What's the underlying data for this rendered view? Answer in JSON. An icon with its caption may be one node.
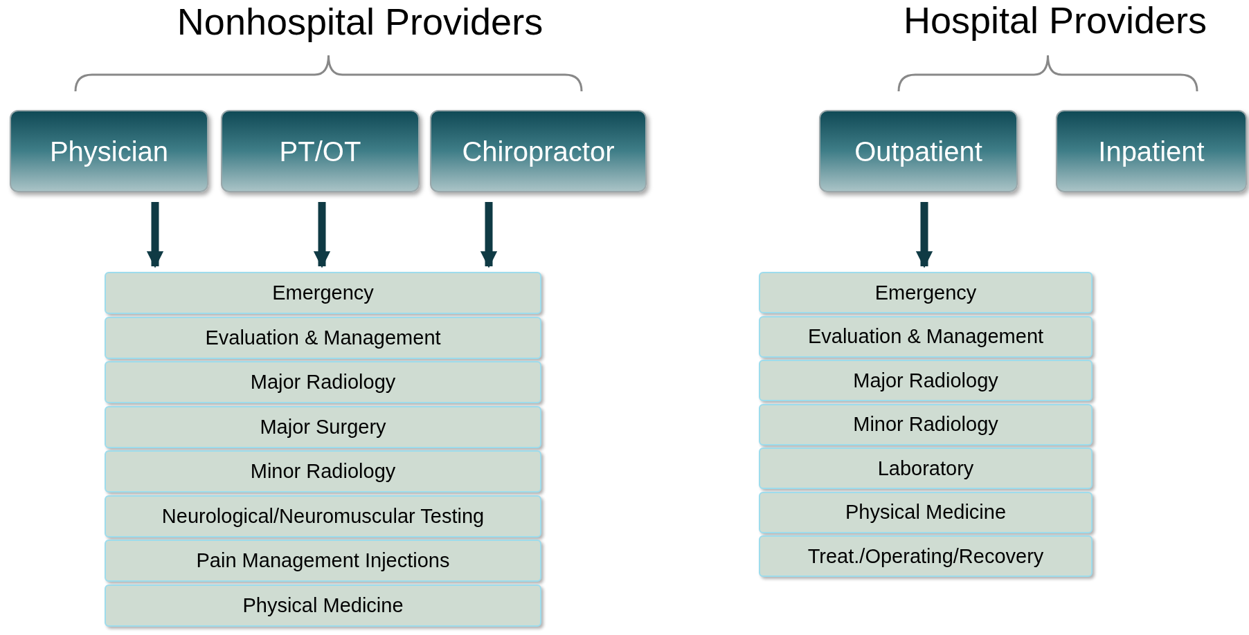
{
  "diagram": {
    "nodes": [
      {
        "text": [
          "Physician"
        ]
      },
      {
        "text": [
          "PT/OT"
        ]
      },
      {
        "text": [
          "Chiropractor"
        ]
      },
      {
        "text": [
          "Outpatient"
        ]
      },
      {
        "text": [
          "Inpatient"
        ]
      },
      {
        "text": [
          "Emergency"
        ]
      },
      {
        "text": [
          "Evaluation & Management"
        ]
      },
      {
        "text": [
          "Major Radiology"
        ]
      },
      {
        "text": [
          "Major Surgery"
        ]
      },
      {
        "text": [
          "Minor Radiology"
        ]
      },
      {
        "text": [
          "Neurological/Neuromuscular Testing"
        ]
      },
      {
        "text": [
          "Pain Management Injections"
        ]
      },
      {
        "text": [
          "Physical Medicine"
        ]
      },
      {
        "text": [
          "Emergency"
        ]
      },
      {
        "text": [
          "Evaluation & Management"
        ]
      },
      {
        "text": [
          "Major Radiology"
        ]
      },
      {
        "text": [
          "Minor Radiology"
        ]
      },
      {
        "text": [
          "Laboratory"
        ]
      },
      {
        "text": [
          "Physical Medicine"
        ]
      },
      {
        "text": [
          "Treat./Operating/Recovery"
        ]
      }
    ],
    "edges": [
      {
        "from": 0,
        "to": 5,
        "arrow": "to"
      },
      {
        "from": 1,
        "to": 5,
        "arrow": "to"
      },
      {
        "from": 2,
        "to": 5,
        "arrow": "to"
      },
      {
        "from": 3,
        "to": 13,
        "arrow": "to"
      }
    ],
    "labels": [
      "Nonhospital Providers",
      "Hospital Providers"
    ]
  }
}
